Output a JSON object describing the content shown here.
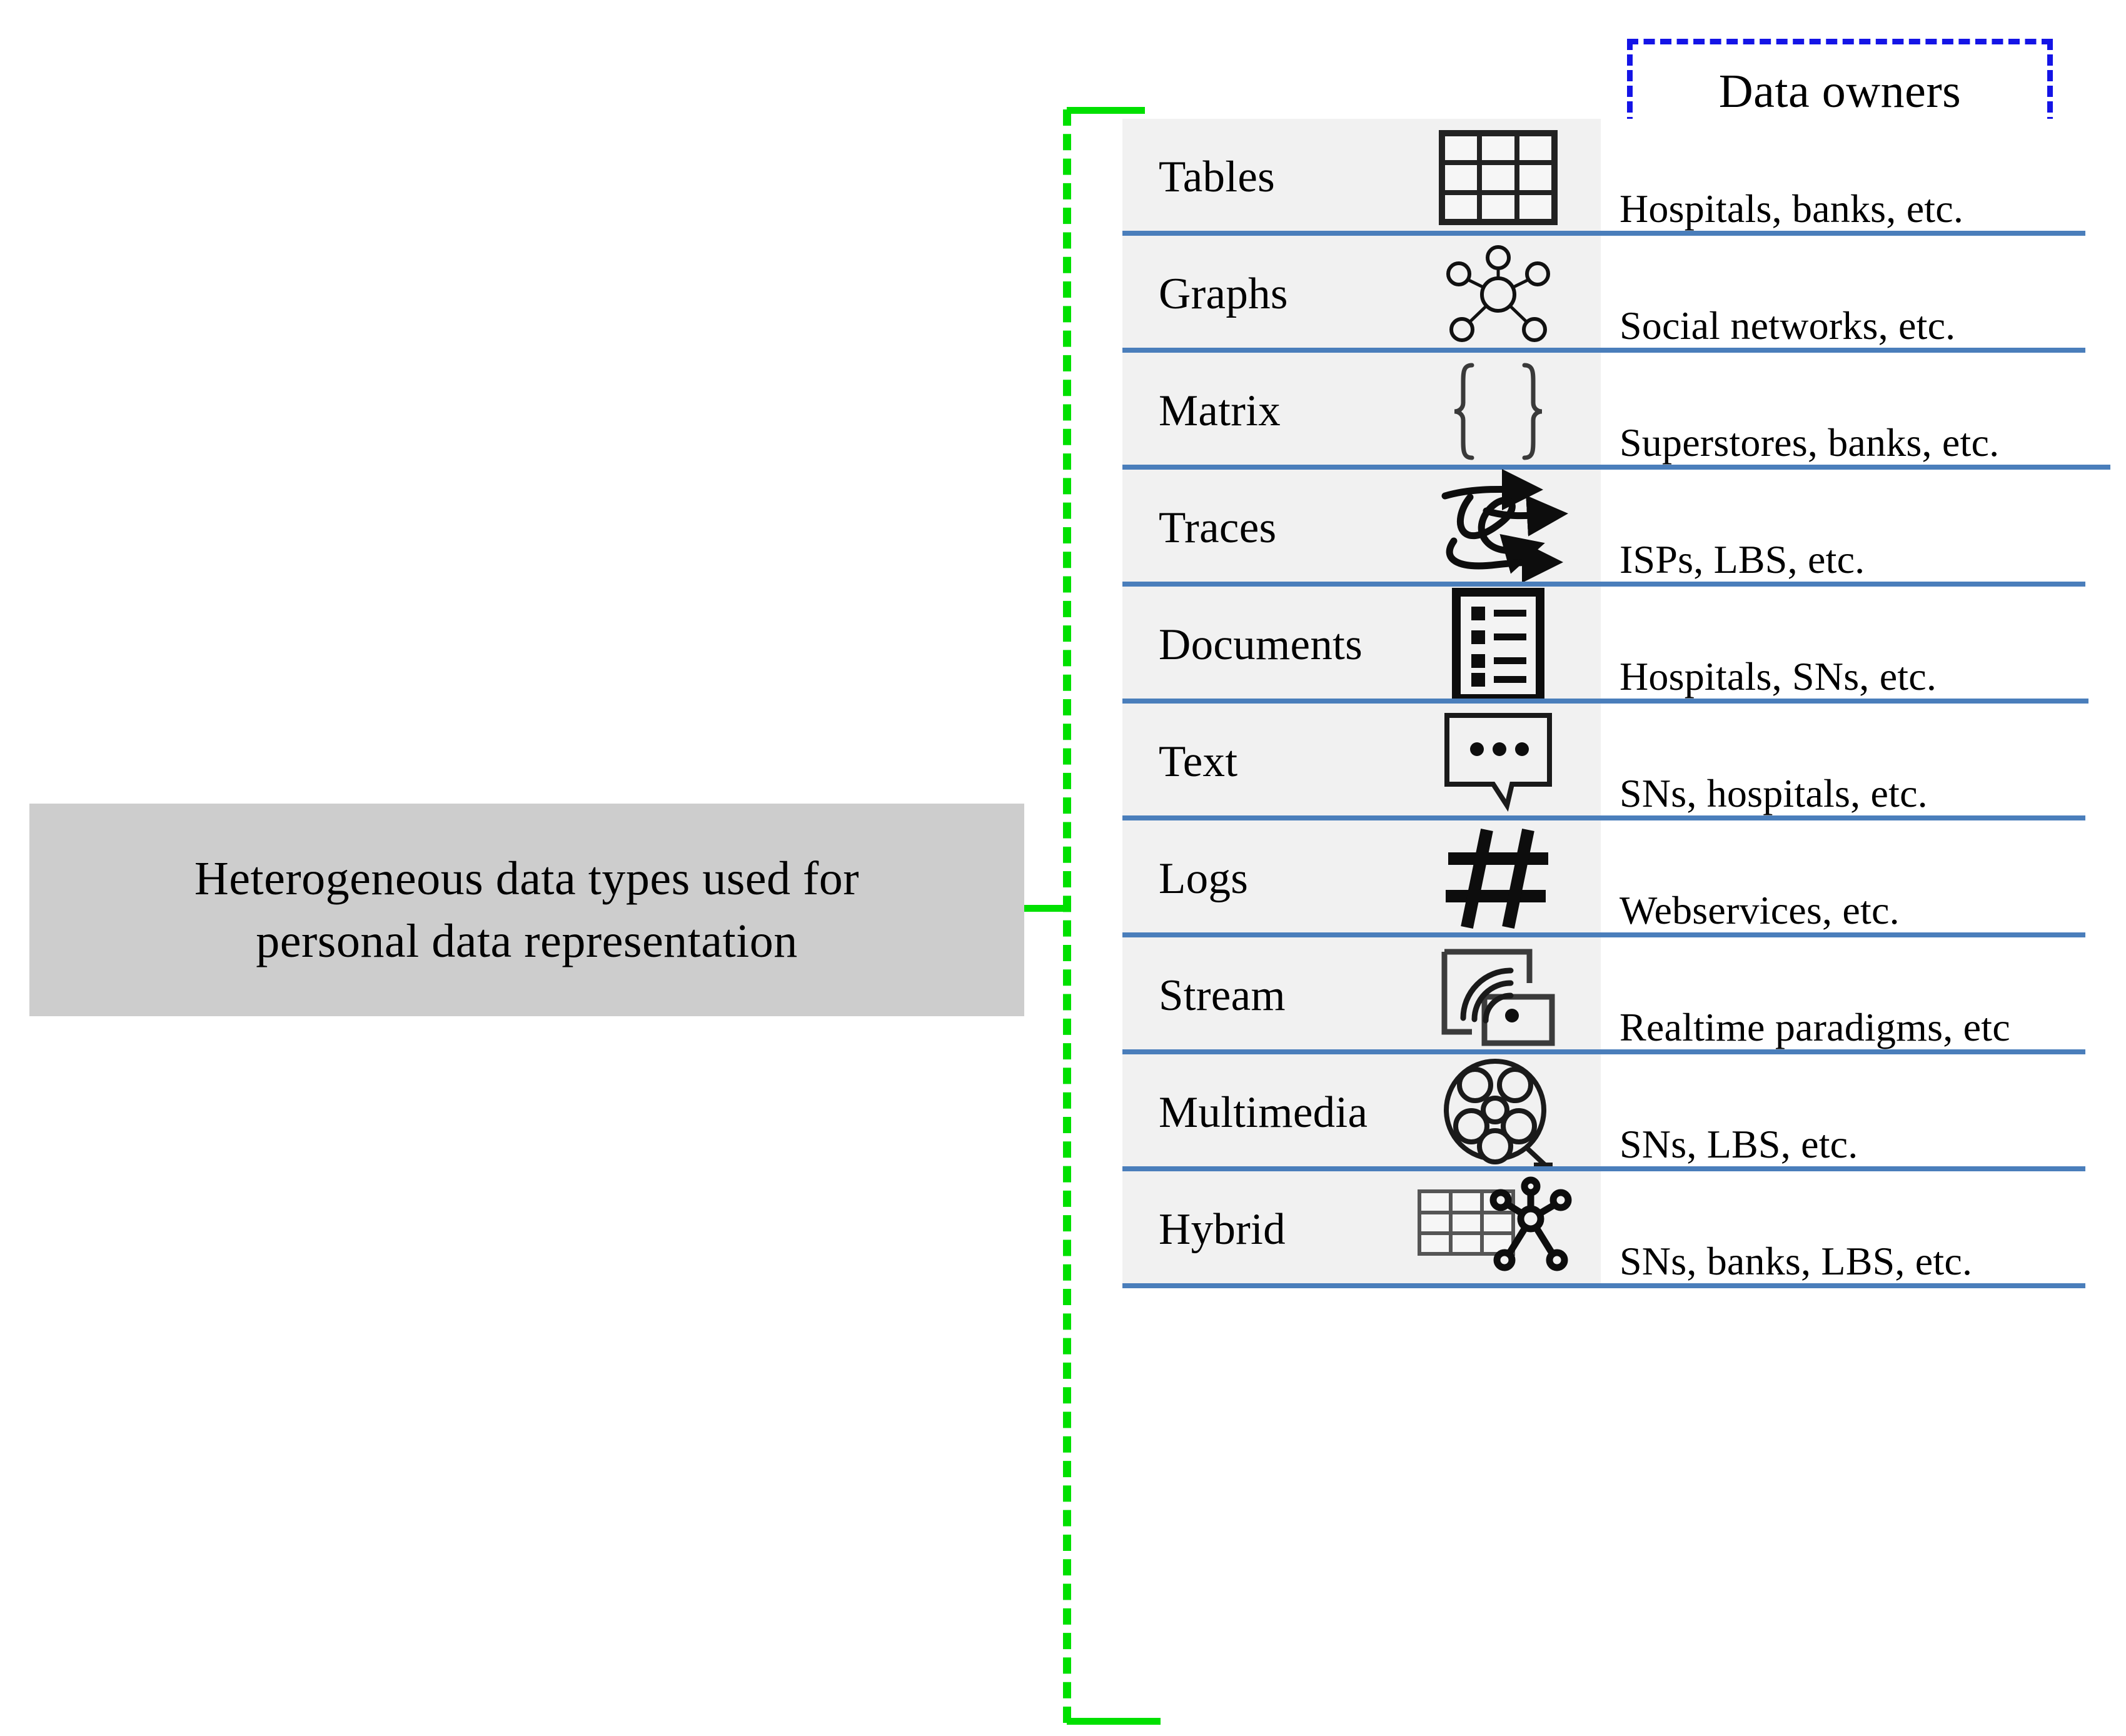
{
  "concept": {
    "line1": "Heterogeneous data types used for",
    "line2": "personal data representation"
  },
  "owners_header": "Data owners",
  "colors": {
    "bracket_green": "#00e000",
    "owners_border_blue": "#1414e6",
    "row_separator_blue": "#4a7ebb",
    "row_background_gray": "#f1f1f1",
    "concept_box_gray": "#cdcdcd"
  },
  "rows": [
    {
      "type": "Tables",
      "icon": "table-grid-icon",
      "owners": "Hospitals, banks, etc."
    },
    {
      "type": "Graphs",
      "icon": "node-graph-icon",
      "owners": "Social networks, etc."
    },
    {
      "type": "Matrix",
      "icon": "curly-braces-icon",
      "owners": "Superstores, banks, etc."
    },
    {
      "type": "Traces",
      "icon": "tangled-arrows-icon",
      "owners": "ISPs, LBS, etc."
    },
    {
      "type": "Documents",
      "icon": "document-list-icon",
      "owners": "Hospitals, SNs, etc."
    },
    {
      "type": "Text",
      "icon": "speech-bubble-icon",
      "owners": "SNs, hospitals, etc."
    },
    {
      "type": "Logs",
      "icon": "hash-icon",
      "owners": "Webservices, etc."
    },
    {
      "type": "Stream",
      "icon": "stream-signal-icon",
      "owners": "Realtime paradigms, etc"
    },
    {
      "type": "Multimedia",
      "icon": "film-reel-icon",
      "owners": "SNs, LBS, etc."
    },
    {
      "type": "Hybrid",
      "icon": "table-graph-hybrid-icon",
      "owners": "SNs, banks, LBS, etc."
    }
  ]
}
